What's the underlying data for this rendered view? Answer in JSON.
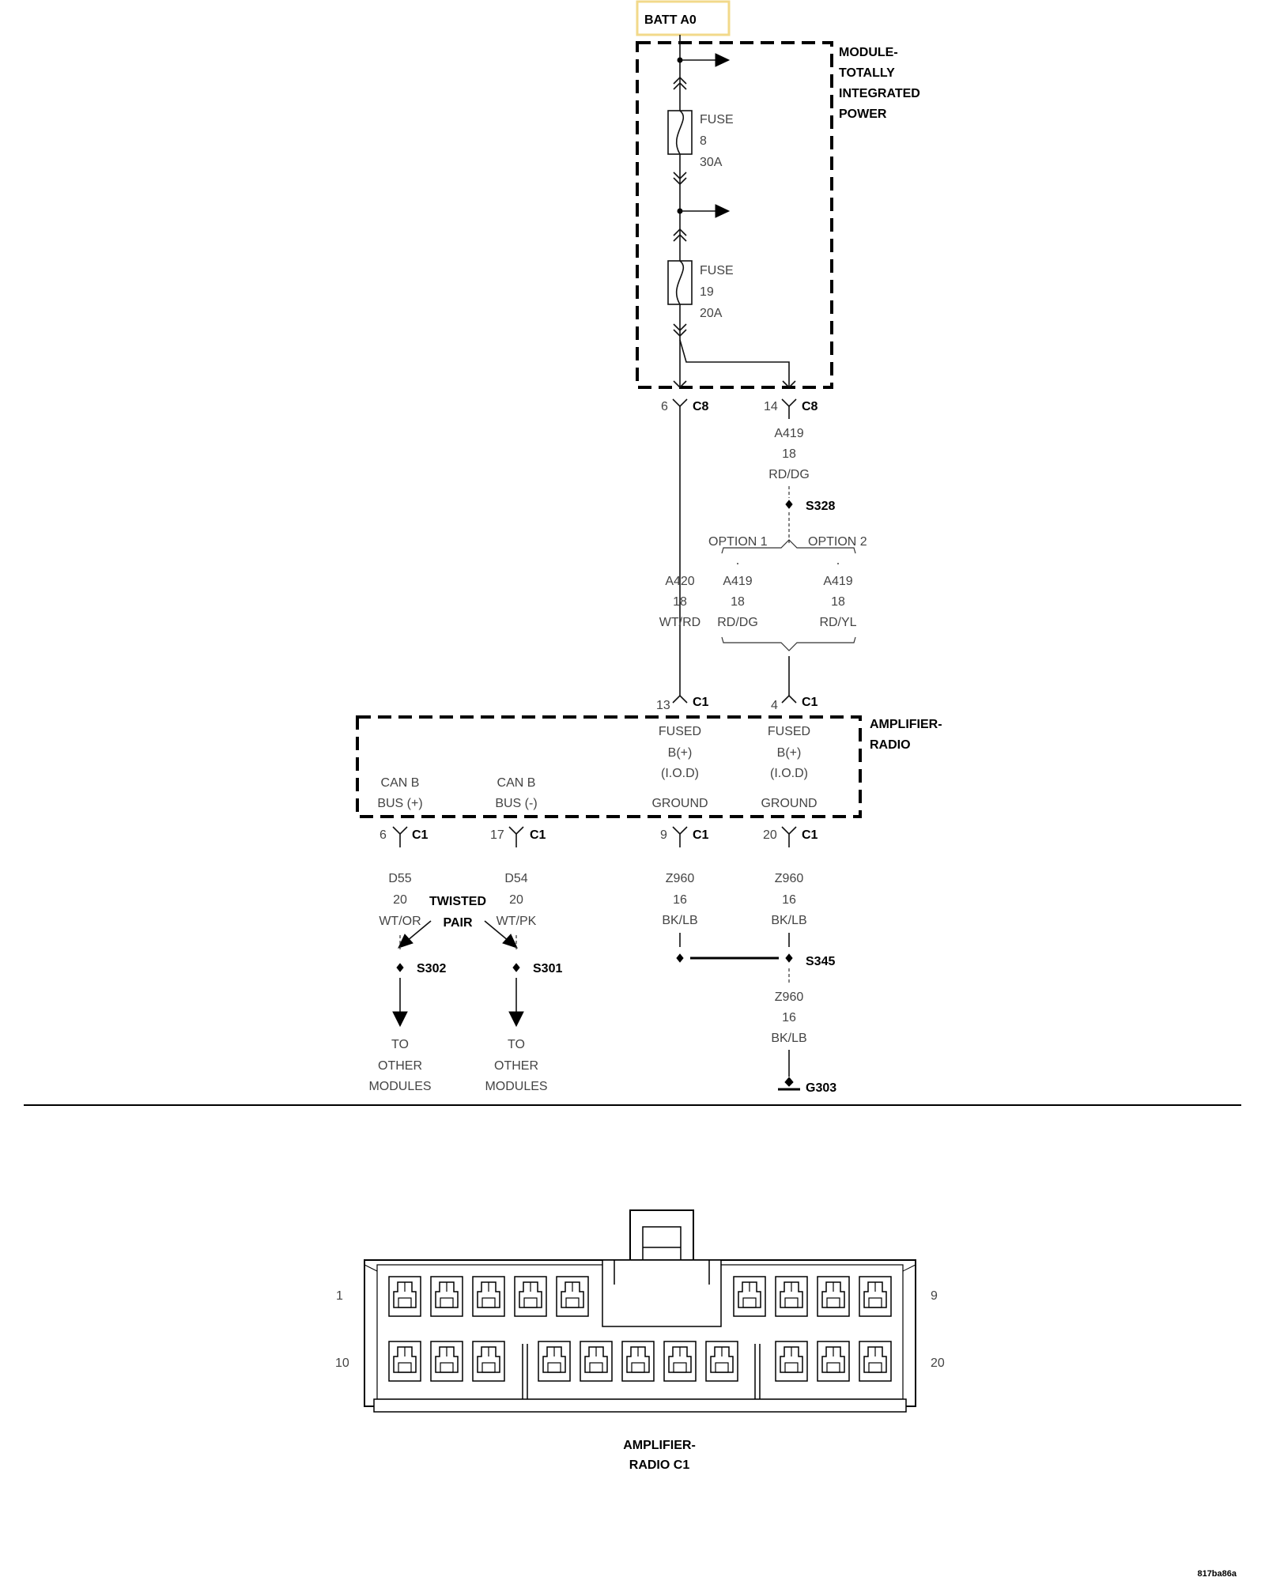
{
  "power_source": "BATT A0",
  "module_tip": {
    "lines": [
      "MODULE-",
      "TOTALLY",
      "INTEGRATED",
      "POWER"
    ]
  },
  "fuses": [
    {
      "lines": [
        "FUSE",
        "8",
        "30A"
      ]
    },
    {
      "lines": [
        "FUSE",
        "19",
        "20A"
      ]
    }
  ],
  "connectors_c8": [
    {
      "pin": "6",
      "name": "C8"
    },
    {
      "pin": "14",
      "name": "C8"
    }
  ],
  "wire_a419_top": [
    "A419",
    "18",
    "RD/DG"
  ],
  "splice_s328": "S328",
  "options": [
    "OPTION 1",
    "OPTION 2"
  ],
  "wire_a420": [
    "A420",
    "18",
    "WT/RD"
  ],
  "wire_a419_opt1": [
    "A419",
    "18",
    "RD/DG"
  ],
  "wire_a419_opt2": [
    "A419",
    "18",
    "RD/YL"
  ],
  "connectors_c1_top": [
    {
      "pin": "13",
      "name": "C1"
    },
    {
      "pin": "4",
      "name": "C1"
    }
  ],
  "amp_radio": {
    "lines": [
      "AMPLIFIER-",
      "RADIO"
    ]
  },
  "amp_labels": {
    "fused1": [
      "FUSED",
      "B(+)",
      "(I.O.D)"
    ],
    "fused2": [
      "FUSED",
      "B(+)",
      "(I.O.D)"
    ],
    "canb_pos": [
      "CAN B",
      "BUS (+)"
    ],
    "canb_neg": [
      "CAN B",
      "BUS (-)"
    ],
    "ground1": "GROUND",
    "ground2": "GROUND"
  },
  "connectors_c1_bottom": [
    {
      "pin": "6",
      "name": "C1"
    },
    {
      "pin": "17",
      "name": "C1"
    },
    {
      "pin": "9",
      "name": "C1"
    },
    {
      "pin": "20",
      "name": "C1"
    }
  ],
  "wire_d55": [
    "D55",
    "20",
    "WT/OR"
  ],
  "wire_d54": [
    "D54",
    "20",
    "WT/PK"
  ],
  "twisted_pair": [
    "TWISTED",
    "PAIR"
  ],
  "wire_z960_1": [
    "Z960",
    "16",
    "BK/LB"
  ],
  "wire_z960_2": [
    "Z960",
    "16",
    "BK/LB"
  ],
  "wire_z960_3": [
    "Z960",
    "16",
    "BK/LB"
  ],
  "splices": {
    "s302": "S302",
    "s301": "S301",
    "s345": "S345"
  },
  "ground_g303": "G303",
  "to_other_modules_1": [
    "TO",
    "OTHER",
    "MODULES"
  ],
  "to_other_modules_2": [
    "TO",
    "OTHER",
    "MODULES"
  ],
  "connector_view": {
    "pin_labels": {
      "p1": "1",
      "p9": "9",
      "p10": "10",
      "p20": "20"
    },
    "title": [
      "AMPLIFIER-",
      "RADIO C1"
    ]
  },
  "figure_id": "817ba86a",
  "colors": {
    "batt_box_border": "#f2d98a"
  }
}
